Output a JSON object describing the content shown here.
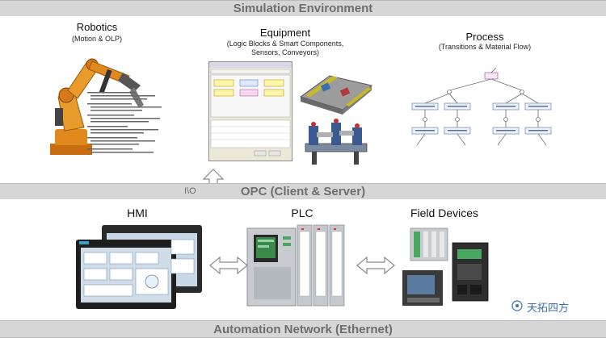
{
  "bands": {
    "top": "Simulation Environment",
    "middle": "OPC (Client & Server)",
    "middle_io": "I\\O",
    "bottom": "Automation Network (Ethernet)"
  },
  "simulation": {
    "robotics": {
      "title": "Robotics",
      "subtitle": "(Motion & OLP)"
    },
    "equipment": {
      "title": "Equipment",
      "subtitle_line1": "(Logic Blocks & Smart Components,",
      "subtitle_line2": "Sensors, Conveyors)"
    },
    "process": {
      "title": "Process",
      "subtitle": "(Transitions & Material Flow)"
    }
  },
  "automation": {
    "hmi": {
      "title": "HMI"
    },
    "plc": {
      "title": "PLC"
    },
    "field": {
      "title": "Field Devices"
    }
  },
  "watermark": {
    "text": "天拓四方"
  },
  "colors": {
    "band": "#d6d6d6",
    "band_text": "#6e6e6e",
    "robot": "#e08a1e",
    "plc_green": "#48a860"
  }
}
